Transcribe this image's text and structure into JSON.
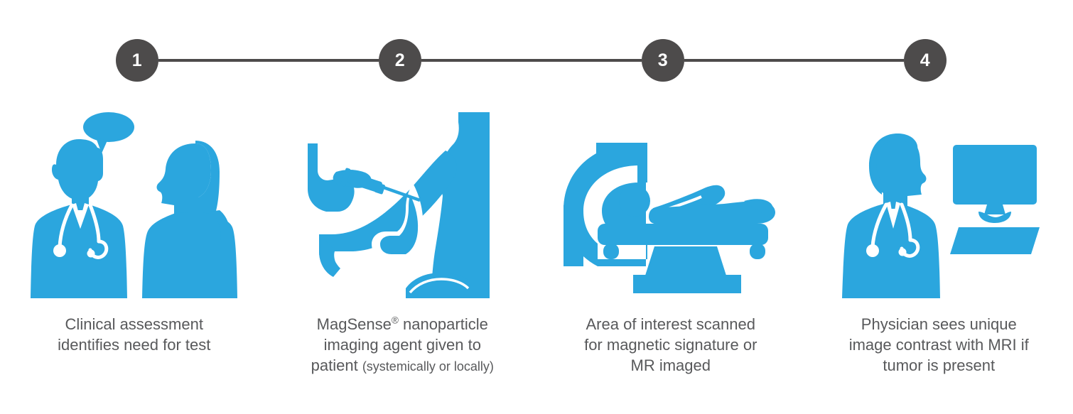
{
  "colors": {
    "icon_blue": "#2ba6de",
    "step_circle_gray": "#4d4b4b",
    "connector_gray": "#4d4b4b",
    "caption_gray": "#58595b",
    "background": "#ffffff"
  },
  "steps": [
    {
      "number": "1",
      "icon": "doctor-patient-consultation-icon",
      "caption_lines": [
        "Clinical assessment",
        "identifies need for test"
      ],
      "caption_text": "Clinical assessment identifies need for test",
      "caption_small_suffix": ""
    },
    {
      "number": "2",
      "icon": "syringe-injection-icon",
      "caption_lines": [
        "MagSense® nanoparticle",
        "imaging agent given to",
        "patient"
      ],
      "caption_text": "MagSense® nanoparticle imaging agent given to patient",
      "caption_small_suffix": "(systemically or locally)"
    },
    {
      "number": "3",
      "icon": "mri-scanner-icon",
      "caption_lines": [
        "Area of interest scanned",
        "for magnetic signature or",
        "MR imaged"
      ],
      "caption_text": "Area of interest scanned for magnetic signature or MR imaged",
      "caption_small_suffix": ""
    },
    {
      "number": "4",
      "icon": "physician-monitor-icon",
      "caption_lines": [
        "Physician sees unique",
        "image contrast with MRI if",
        "tumor is present"
      ],
      "caption_text": "Physician sees unique image contrast with MRI if tumor is present",
      "caption_small_suffix": ""
    }
  ],
  "captions": {
    "step1_line1": "Clinical assessment",
    "step1_line2": "identifies need for test",
    "step2_line1_a": "MagSense",
    "step2_reg_mark": "®",
    "step2_line1_b": " nanoparticle",
    "step2_line2": "imaging agent given to",
    "step2_line3_main": "patient ",
    "step2_line3_small": "(systemically or locally)",
    "step3_line1": "Area of interest scanned",
    "step3_line2": "for magnetic signature or",
    "step3_line3": "MR imaged",
    "step4_line1": "Physician sees unique",
    "step4_line2": "image contrast with MRI if",
    "step4_line3": "tumor is present"
  }
}
